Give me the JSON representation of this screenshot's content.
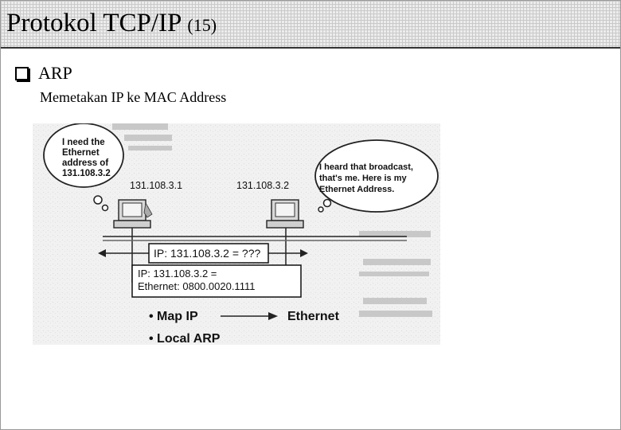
{
  "slide": {
    "title": "Protokol TCP/IP",
    "title_number": "(15)",
    "bullet": "ARP",
    "subtitle": "Memetakan IP ke MAC Address"
  },
  "diagram": {
    "bubble_left": [
      "I need the",
      "Ethernet",
      "address of",
      "131.108.3.2"
    ],
    "bubble_right": [
      "I heard that broadcast,",
      "that's me. Here is my",
      "Ethernet Address."
    ],
    "host_left_ip": "131.108.3.1",
    "host_right_ip": "131.108.3.2",
    "request_box": "IP: 131.108.3.2 = ???",
    "reply_box": [
      "IP: 131.108.3.2 =",
      "Ethernet: 0800.0020.1111"
    ],
    "map_from": "• Map IP",
    "map_to": "Ethernet",
    "local": "• Local ARP"
  }
}
